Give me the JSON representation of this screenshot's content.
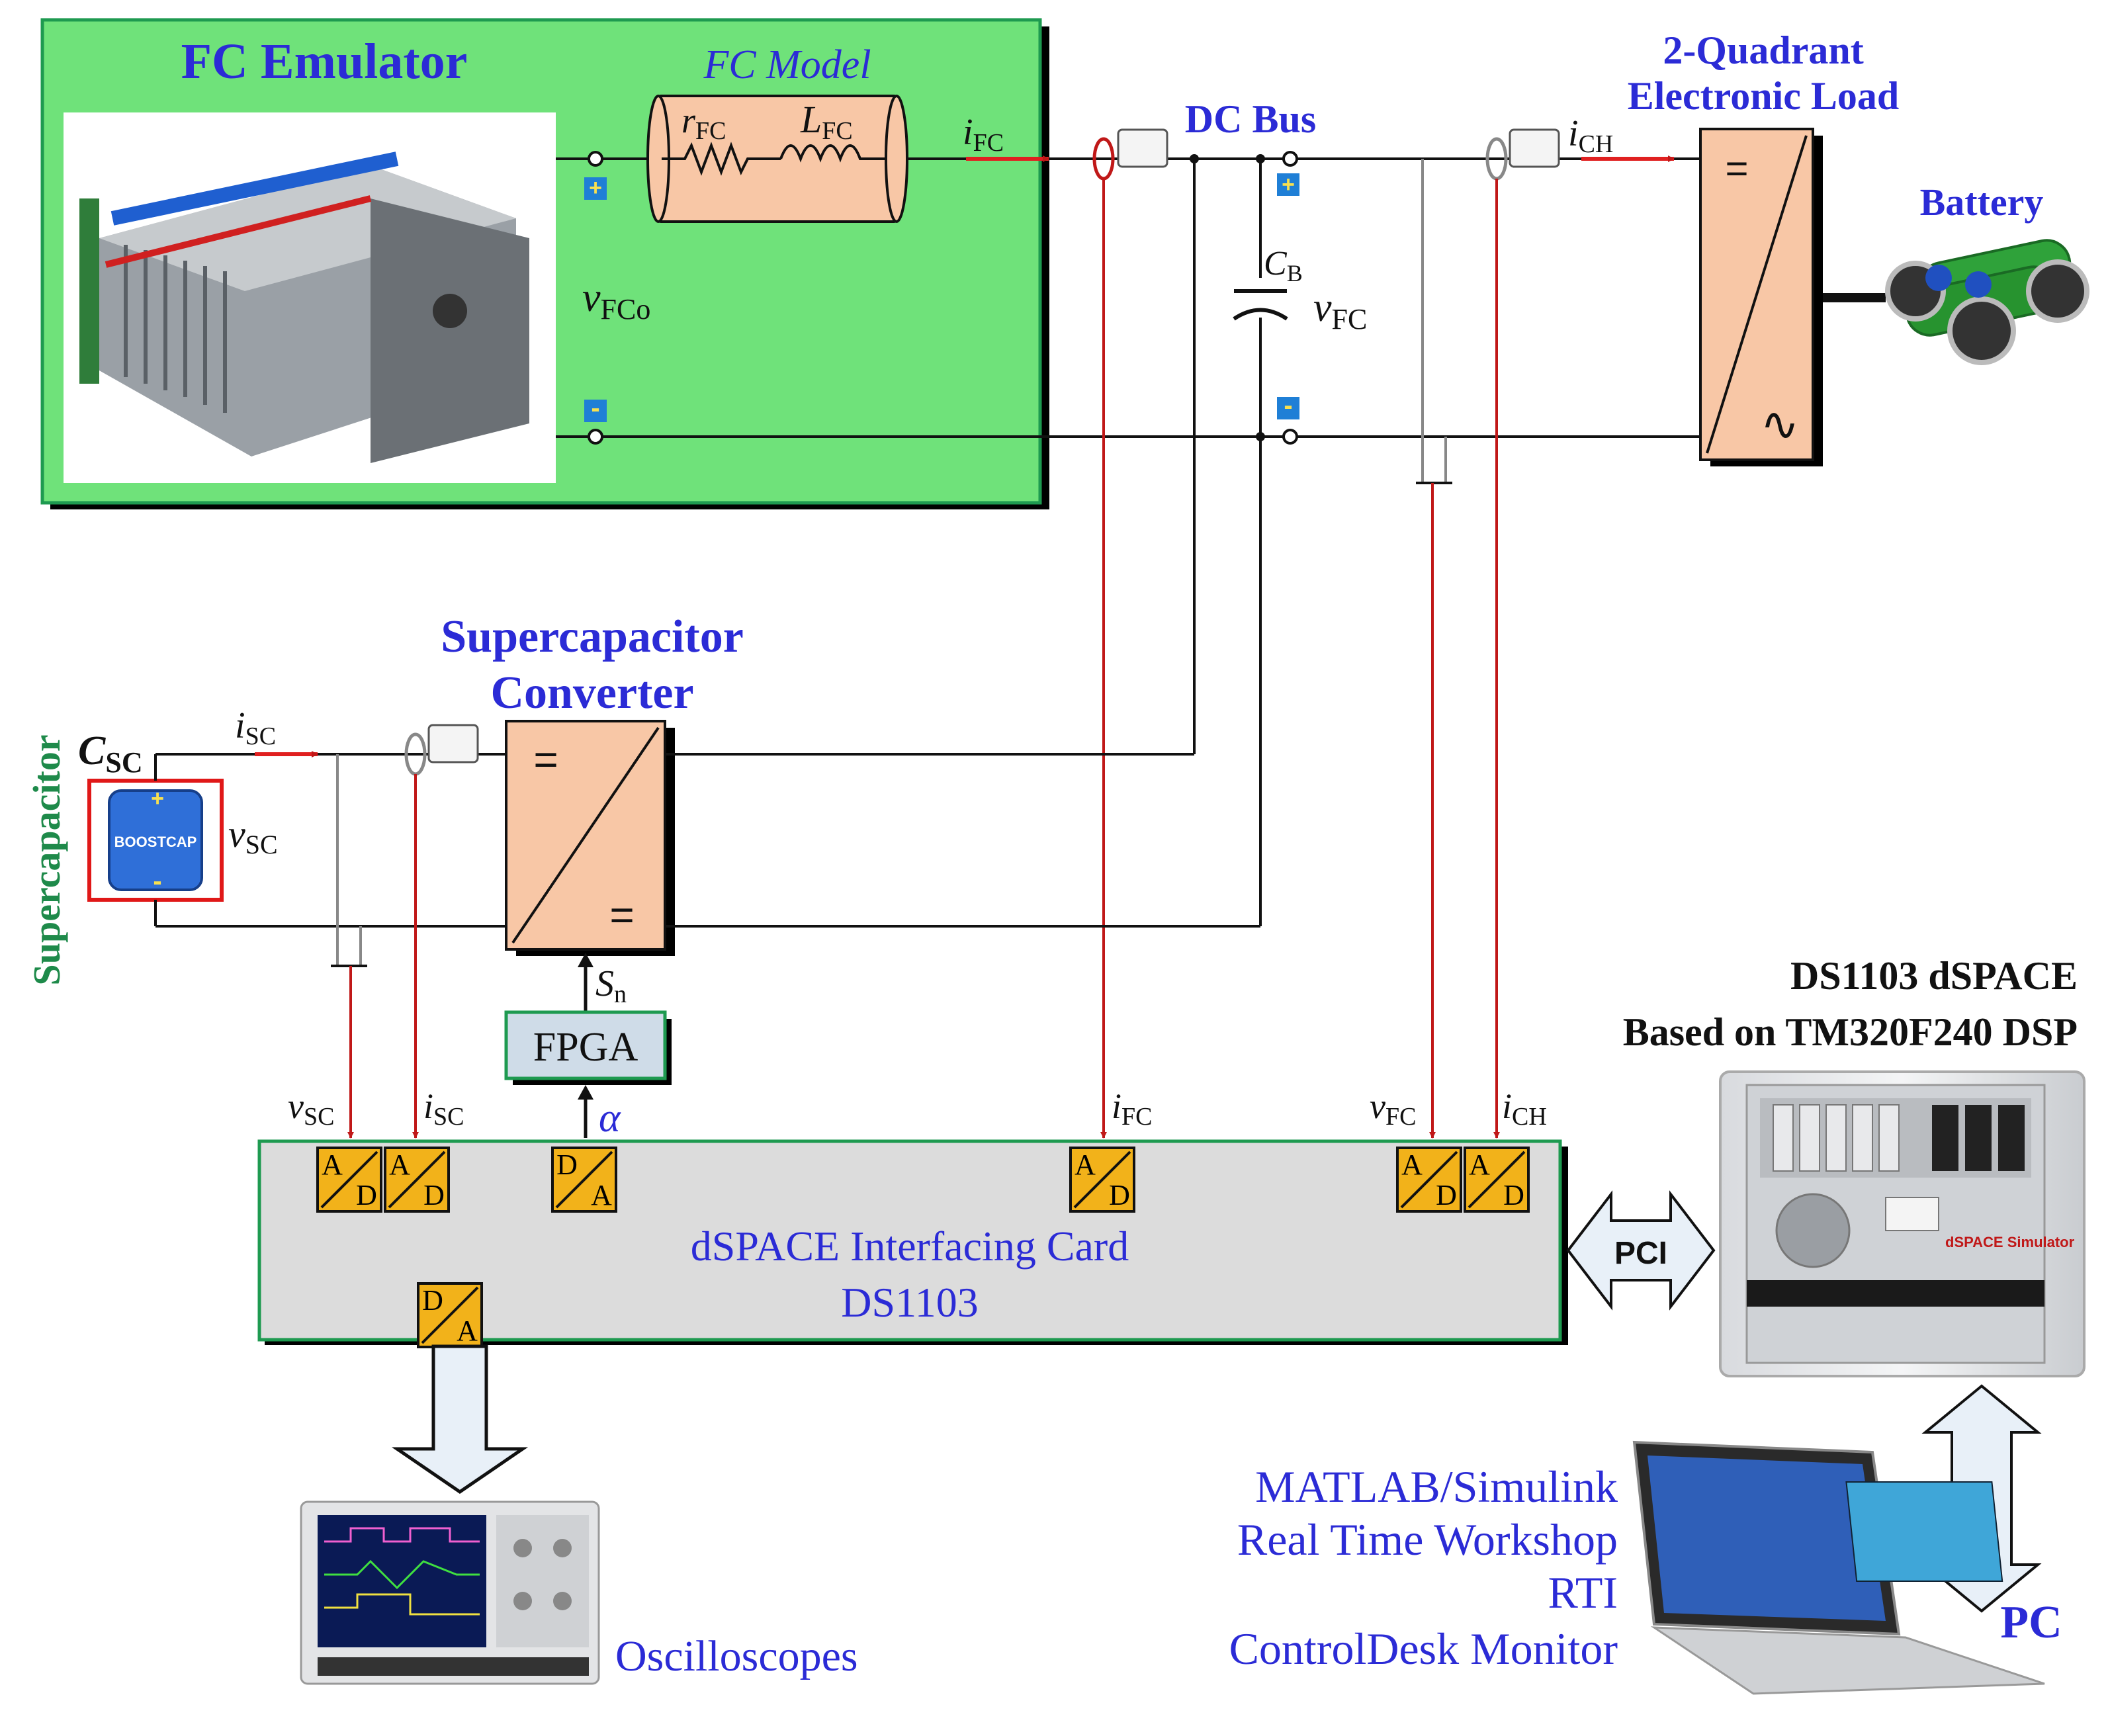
{
  "colors": {
    "emulator_bg": "#6fe27a",
    "converter_fill": "#f8c7a6",
    "adc_fill": "#f2b21a",
    "card_fill": "#dcdcdc",
    "card_border": "#1e9a50",
    "fpga_fill": "#cfdce8",
    "title_blue": "#2b2bd6",
    "signal_red": "#c01818",
    "supercap_green": "#1e8a4a"
  },
  "emulator": {
    "title": "FC Emulator",
    "model_title": "FC Model",
    "r_main": "r",
    "r_sub": "FC",
    "l_main": "L",
    "l_sub": "FC",
    "vfco_main": "v",
    "vfco_sub": "FCo",
    "stack_image_icon": "fuel-cell-stack-icon"
  },
  "bus": {
    "title": "DC Bus",
    "ifc_main": "i",
    "ifc_sub": "FC",
    "cb_main": "C",
    "cb_sub": "B",
    "vfc_main": "v",
    "vfc_sub": "FC",
    "ich_main": "i",
    "ich_sub": "CH",
    "plus": "+",
    "minus": "-"
  },
  "load": {
    "title_line1": "2-Quadrant",
    "title_line2": "Electronic Load",
    "dc_symbol": "=",
    "ac_symbol": "∿"
  },
  "battery": {
    "title": "Battery",
    "icon": "battery-car-icon"
  },
  "supercap": {
    "vertical_label": "Supercapacitor",
    "csc_main": "C",
    "csc_sub": "SC",
    "vsc_main": "v",
    "vsc_sub": "SC",
    "isc_main": "i",
    "isc_sub": "SC",
    "plus": "+",
    "minus": "-",
    "module_text": "BOOSTCAP"
  },
  "converter": {
    "title_line1": "Supercapacitor",
    "title_line2": "Converter",
    "dc_in": "=",
    "dc_out": "=",
    "sn_main": "S",
    "sn_sub": "n"
  },
  "fpga": {
    "label": "FPGA",
    "alpha": "α"
  },
  "card": {
    "title_line1": "dSPACE Interfacing Card",
    "title_line2": "DS1103",
    "signals": {
      "vsc_main": "v",
      "vsc_sub": "SC",
      "isc_main": "i",
      "isc_sub": "SC",
      "ifc_main": "i",
      "ifc_sub": "FC",
      "vfc_main": "v",
      "vfc_sub": "FC",
      "ich_main": "i",
      "ich_sub": "CH"
    },
    "converters": [
      {
        "top": "A",
        "bottom": "D"
      },
      {
        "top": "A",
        "bottom": "D"
      },
      {
        "top": "D",
        "bottom": "A"
      },
      {
        "top": "A",
        "bottom": "D"
      },
      {
        "top": "A",
        "bottom": "D"
      },
      {
        "top": "A",
        "bottom": "D"
      },
      {
        "top": "D",
        "bottom": "A"
      }
    ]
  },
  "dspace": {
    "title_line1": "DS1103 dSPACE",
    "title_line2": "Based on TM320F240 DSP",
    "pci": "PCI",
    "brand": "dSPACE Simulator",
    "icon": "dspace-simulator-rack-icon"
  },
  "pc": {
    "label": "PC",
    "software": [
      "MATLAB/Simulink",
      "Real Time Workshop",
      "RTI",
      "ControlDesk Monitor"
    ],
    "icon": "laptop-icon"
  },
  "oscilloscope": {
    "label": "Oscilloscopes",
    "icon": "oscilloscope-icon"
  }
}
